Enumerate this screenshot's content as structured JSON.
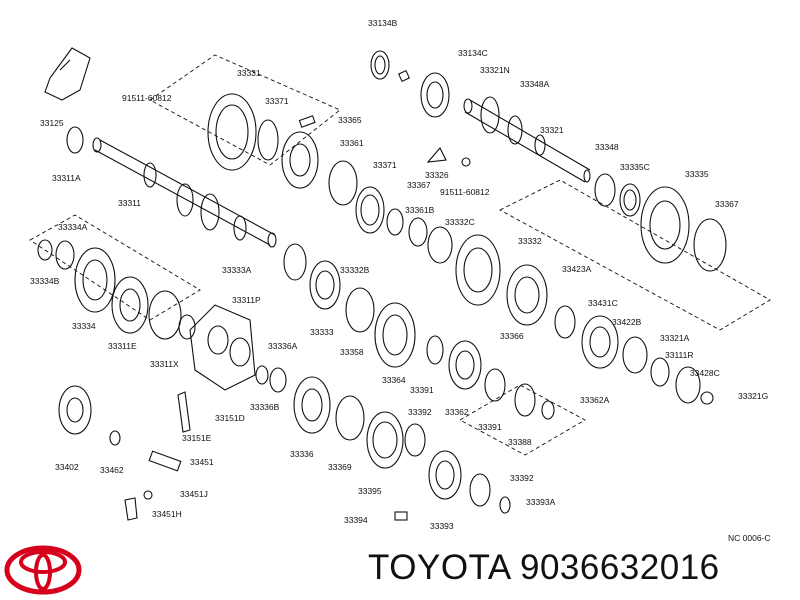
{
  "diagram": {
    "labels": [
      "33134B",
      "33134C",
      "33321N",
      "33348A",
      "33331",
      "33371",
      "33365",
      "91511-60812",
      "33125",
      "33321",
      "33361",
      "33311A",
      "33311",
      "33371",
      "33367",
      "33326",
      "33348",
      "33335C",
      "33335",
      "91511-60812",
      "33361B",
      "33367",
      "33334A",
      "33332C",
      "33332",
      "33333A",
      "33334B",
      "33332B",
      "33423A",
      "33311P",
      "33334",
      "33431C",
      "33333",
      "33366",
      "33422B",
      "33311E",
      "33336A",
      "33321A",
      "33358",
      "33111R",
      "33311X",
      "33364",
      "33391",
      "33428C",
      "33321G",
      "33336B",
      "33362",
      "33362A",
      "33391",
      "33151D",
      "33392",
      "33151E",
      "33388",
      "33336",
      "33369",
      "33402",
      "33462",
      "33451",
      "33392",
      "33395",
      "33451J",
      "33393A",
      "33451H",
      "33394",
      "33393"
    ],
    "code": "NC 0006-C"
  },
  "brand": {
    "name": "TOYOTA",
    "part_number": "9036632016",
    "logo_color": "#d6001c"
  }
}
